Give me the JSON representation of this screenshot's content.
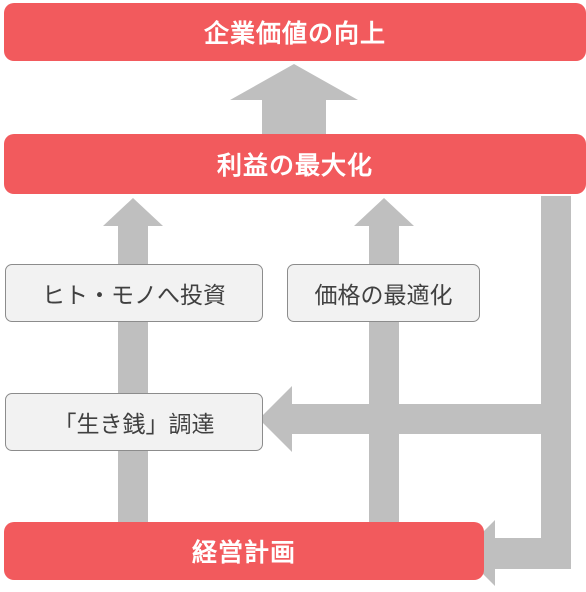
{
  "nodes": {
    "top": "企業価値の向上",
    "profit": "利益の最大化",
    "invest": "ヒト・モノへ投資",
    "pricing": "価格の最適化",
    "funding": "「生き銭」調達",
    "plan": "経営計画"
  },
  "colors": {
    "red": "#f25a5d",
    "arrow": "#bfbfbf",
    "box_fill": "#f2f2f2",
    "box_border": "#8c8c8c",
    "box_text": "#404040"
  }
}
